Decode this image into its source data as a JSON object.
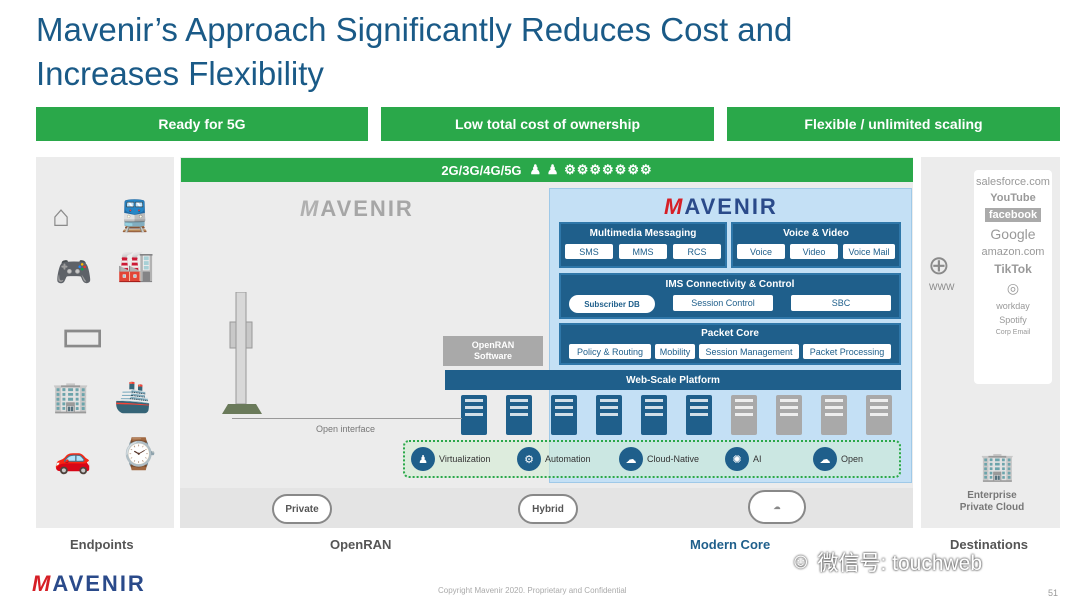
{
  "title_line1": "Mavenir’s Approach Significantly Reduces Cost and",
  "title_line2": "Increases Flexibility",
  "benefits": [
    "Ready for 5G",
    "Low total cost of ownership",
    "Flexible / unlimited scaling"
  ],
  "gen_bar": "2G/3G/4G/5G",
  "logo_text": "AVENIR",
  "modules": {
    "multimedia": {
      "title": "Multimedia Messaging",
      "items": [
        "SMS",
        "MMS",
        "RCS"
      ]
    },
    "voice": {
      "title": "Voice & Video",
      "items": [
        "Voice",
        "Video",
        "Voice Mail"
      ]
    },
    "ims": {
      "title": "IMS Connectivity & Control",
      "items": [
        "Subscriber DB",
        "Session Control",
        "SBC"
      ]
    },
    "packet": {
      "title": "Packet Core",
      "items": [
        "Policy & Routing",
        "Mobility",
        "Session Management",
        "Packet Processing"
      ]
    },
    "webscale": "Web-Scale Platform"
  },
  "openran_sw": "OpenRAN Software",
  "open_interface": "Open interface",
  "features": [
    "Virtualization",
    "Automation",
    "Cloud-Native",
    "AI",
    "Open"
  ],
  "www": "WWW",
  "clouds": [
    "Private",
    "Hybrid"
  ],
  "enterprise": "Enterprise Private Cloud",
  "brands": [
    "salesforce.com",
    "YouTube",
    "facebook",
    "Google",
    "amazon.com",
    "TikTok",
    "workday",
    "Spotify",
    "Corp Email"
  ],
  "bottom_labels": [
    "Endpoints",
    "OpenRAN",
    "Modern Core",
    "Destinations"
  ],
  "watermark": "微信号: touchweb",
  "copyright": "Copyright Mavenir 2020. Proprietary and Confidential",
  "page_number": "51"
}
